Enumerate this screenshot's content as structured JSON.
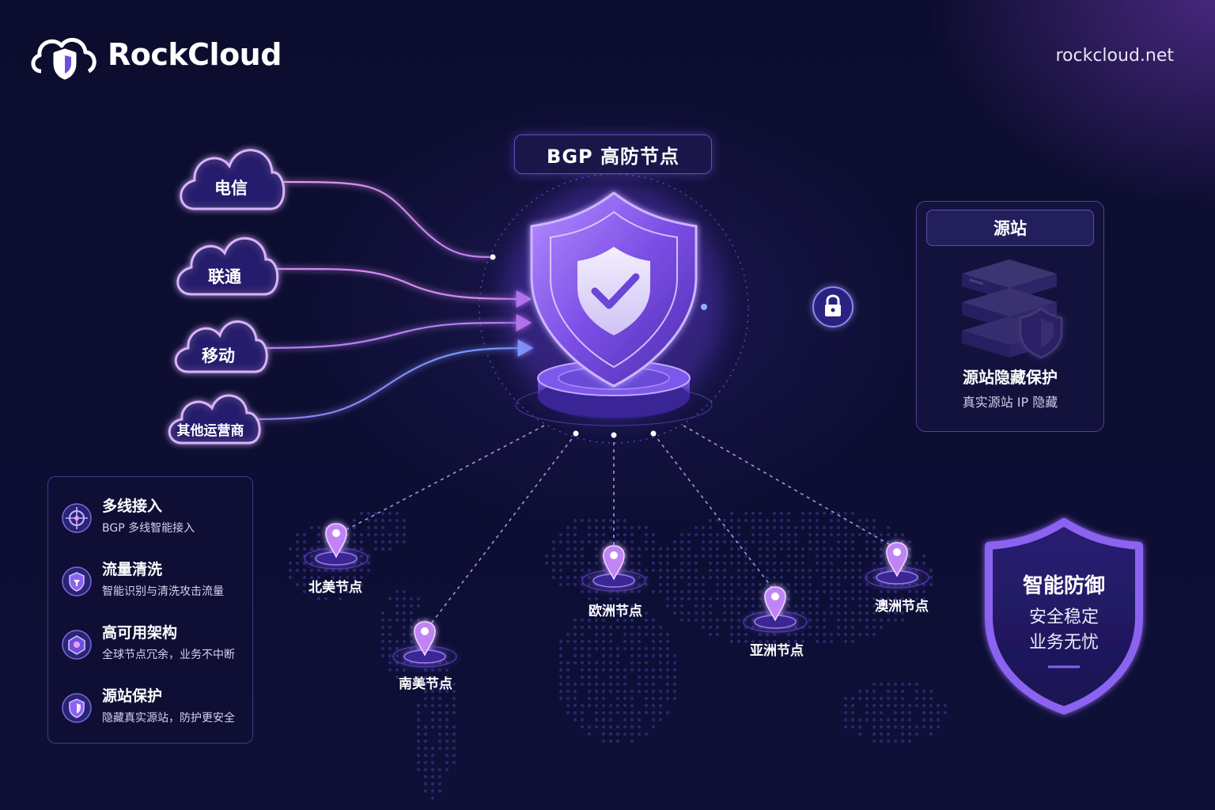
{
  "header": {
    "brand": "RockCloud",
    "url": "rockcloud.net"
  },
  "core": {
    "title": "BGP 高防节点"
  },
  "carriers": [
    {
      "label": "电信"
    },
    {
      "label": "联通"
    },
    {
      "label": "移动"
    },
    {
      "label": "其他运营商"
    }
  ],
  "origin": {
    "title": "源站",
    "caption": "源站隐藏保护",
    "subcaption": "真实源站 IP 隐藏"
  },
  "features": [
    {
      "title": "多线接入",
      "desc": "BGP 多线智能接入",
      "icon": "network-icon"
    },
    {
      "title": "流量清洗",
      "desc": "智能识别与清洗攻击流量",
      "icon": "shield-filter-icon"
    },
    {
      "title": "高可用架构",
      "desc": "全球节点冗余，业务不中断",
      "icon": "cluster-icon"
    },
    {
      "title": "源站保护",
      "desc": "隐藏真实源站，防护更安全",
      "icon": "shield-icon"
    }
  ],
  "nodes": [
    {
      "label": "北美节点"
    },
    {
      "label": "南美节点"
    },
    {
      "label": "欧洲节点"
    },
    {
      "label": "亚洲节点"
    },
    {
      "label": "澳洲节点"
    }
  ],
  "badge": {
    "title": "智能防御",
    "line1": "安全稳定",
    "line2": "业务无忧"
  },
  "colors": {
    "background": "#0b0c2a",
    "accent_purple": "#8a5cf0",
    "accent_pink": "#e08ae8",
    "accent_blue": "#6fa0ff"
  }
}
